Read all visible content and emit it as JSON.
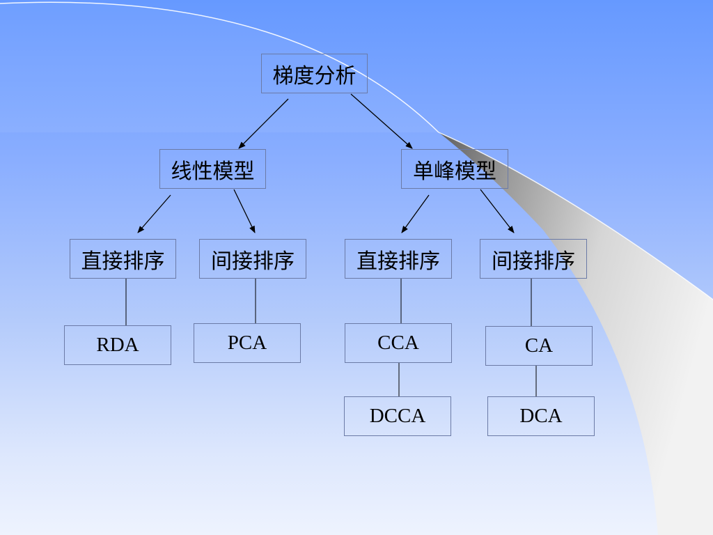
{
  "diagram": {
    "root": {
      "label": "梯度分析"
    },
    "models": [
      {
        "label": "线性模型"
      },
      {
        "label": "单峰模型"
      }
    ],
    "orderings": [
      {
        "label": "直接排序"
      },
      {
        "label": "间接排序"
      },
      {
        "label": "直接排序"
      },
      {
        "label": "间接排序"
      }
    ],
    "methods": [
      {
        "label": "RDA"
      },
      {
        "label": "PCA"
      },
      {
        "label": "CCA"
      },
      {
        "label": "CA"
      }
    ],
    "sub_methods": [
      {
        "label": "DCCA"
      },
      {
        "label": "DCA"
      }
    ]
  },
  "colors": {
    "background_top": "#6699ff",
    "background_bottom": "#eef3fe",
    "box_border": "#6b7aa6",
    "line": "#000000"
  }
}
